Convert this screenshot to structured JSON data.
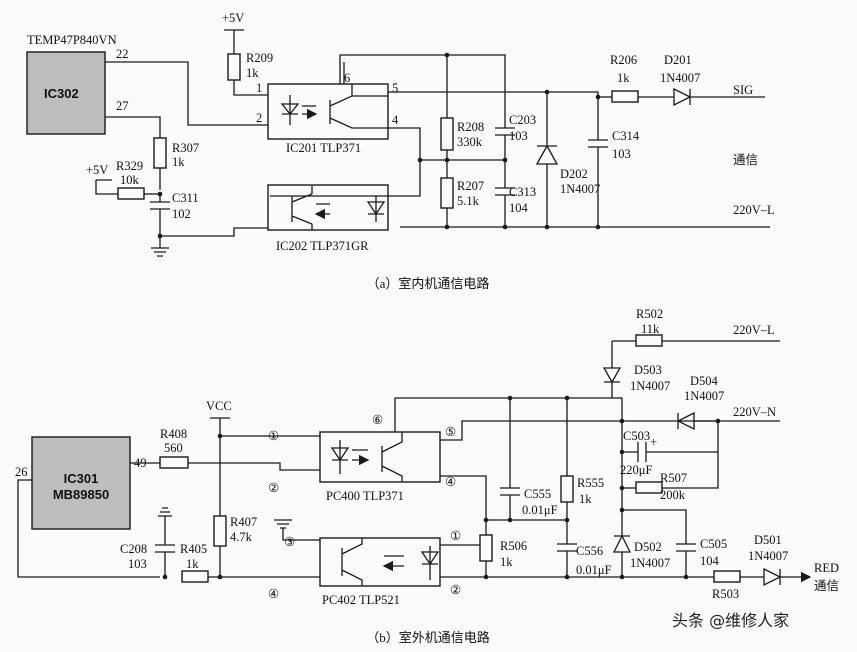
{
  "caption_a": "（a）室内机通信电路",
  "caption_b": "（b）室外机通信电路",
  "watermark": "头条 @维修人家",
  "top": {
    "ic302_part": "TEMP47P840VN",
    "ic302": "IC302",
    "pin22": "22",
    "pin27": "27",
    "p5v_1": "+5V",
    "p5v_2": "+5V",
    "r209": "R209",
    "r209_v": "1k",
    "r307": "R307",
    "r307_v": "1k",
    "r329": "R329",
    "r329_v": "10k",
    "c311": "C311",
    "c311_v": "102",
    "ic201_p1": "1",
    "ic201_p2": "2",
    "ic201_p6": "6",
    "ic201_p5": "5",
    "ic201_p4": "4",
    "ic201": "IC201 TLP371",
    "ic202": "IC202 TLP371GR",
    "r208": "R208",
    "r208_v": "330k",
    "c203": "C203",
    "c203_v": "103",
    "r207": "R207",
    "r207_v": "5.1k",
    "c313": "C313",
    "c313_v": "104",
    "d202": "D202",
    "d202_v": "1N4007",
    "r206": "R206",
    "r206_v": "1k",
    "d201": "D201",
    "d201_v": "1N4007",
    "c314": "C314",
    "c314_v": "103",
    "sig": "SIG",
    "comm": "通信",
    "l220": "220V–L"
  },
  "bottom": {
    "ic301": "IC301",
    "ic301_part": "MB89850",
    "pin26": "26",
    "pin49": "49",
    "vcc": "VCC",
    "r408": "R408",
    "r408_v": "560",
    "r407": "R407",
    "r407_v": "4.7k",
    "r405": "R405",
    "r405_v": "1k",
    "c208": "C208",
    "c208_v": "103",
    "n1": "①",
    "n2": "②",
    "n3": "③",
    "n4": "④",
    "n1b": "①",
    "n2b": "②",
    "n4b": "④",
    "n5": "⑤",
    "n6": "⑥",
    "pc400": "PC400 TLP371",
    "pc402": "PC402 TLP521",
    "c555": "C555",
    "c555_v": "0.01μF",
    "r555": "R555",
    "r555_v": "1k",
    "r506": "R506",
    "r506_v": "1k",
    "c556": "C556",
    "c556_v": "0.01μF",
    "r502": "R502",
    "r502_v": "11k",
    "l220": "220V–L",
    "n220": "220V–N",
    "d503": "D503",
    "d503_v": "1N4007",
    "d504": "D504",
    "d504_v": "1N4007",
    "c503": "C503",
    "c503_v": "220μF",
    "plus": "+",
    "r507": "R507",
    "r507_v": "200k",
    "d502": "D502",
    "d502_v": "1N4007",
    "c505": "C505",
    "c505_v": "104",
    "d501": "D501",
    "d501_v": "1N4007",
    "r503": "R503",
    "red": "RED",
    "comm": "通信"
  }
}
